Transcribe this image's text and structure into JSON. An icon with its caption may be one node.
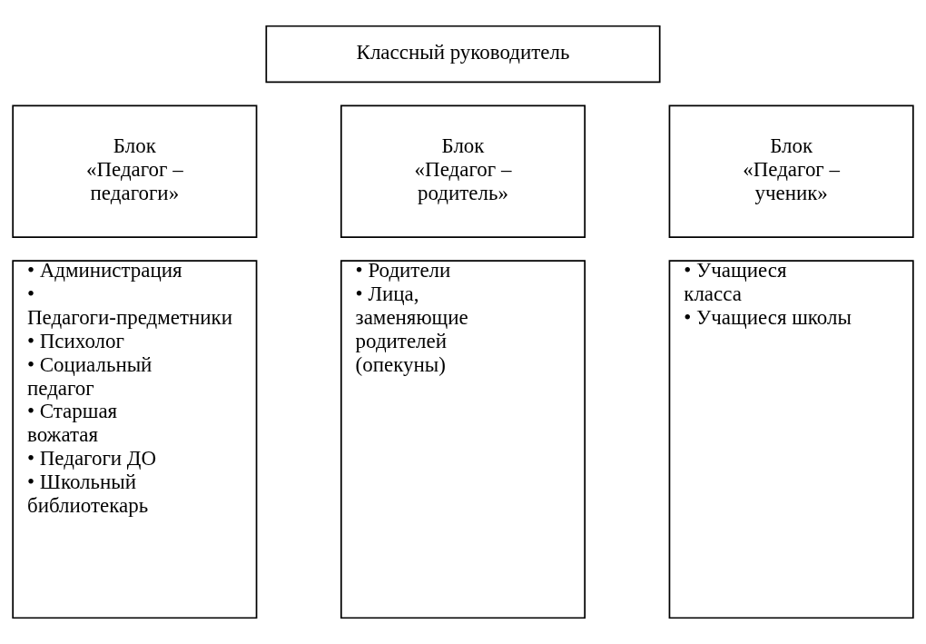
{
  "diagram": {
    "nodes": [
      {
        "text": [
          "Классный руководитель"
        ]
      },
      {
        "text": [
          "Блок «Педагог – педагоги»"
        ]
      },
      {
        "text": [
          "Блок «Педагог – родитель»"
        ]
      },
      {
        "text": [
          "Блок «Педагог – ученик»"
        ]
      },
      {
        "text": [
          "• Администрация",
          "• Педагоги-предметники",
          "• Психолог",
          "• Социальный педагог",
          "• Старшая вожатая",
          "• Педагоги ДО",
          "• Школьный библиотекарь"
        ]
      },
      {
        "text": [
          "• Родители",
          "• Лица, заменяющие родителей (опекуны)"
        ]
      },
      {
        "text": [
          "• Учащиеся класса",
          "• Учащиеся школы"
        ]
      }
    ],
    "edges": []
  }
}
